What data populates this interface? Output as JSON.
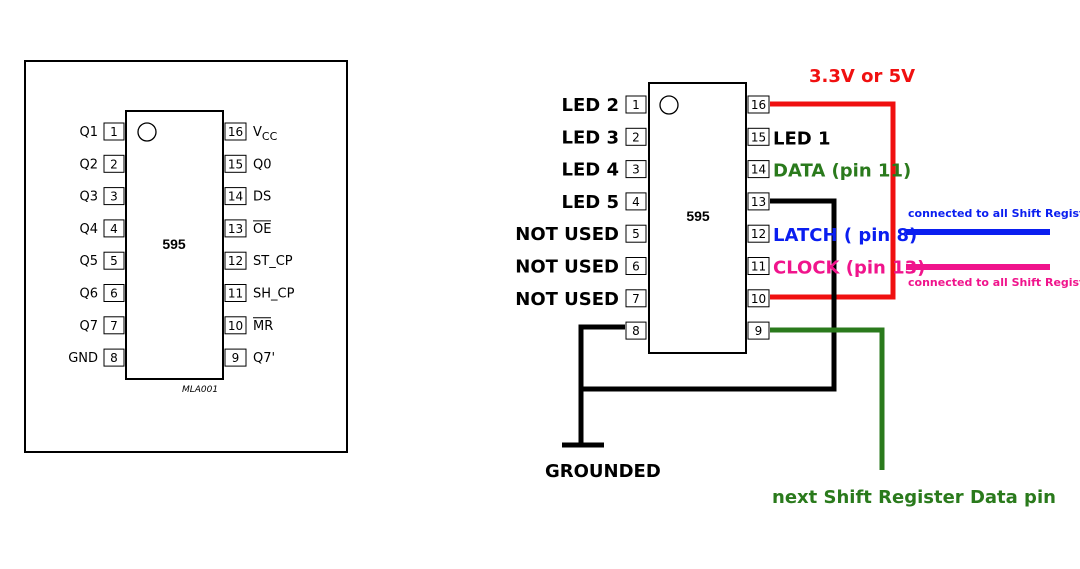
{
  "left_diagram": {
    "chip_label": "595",
    "caption": "MLA001",
    "left_pins": [
      {
        "num": "1",
        "name": "Q1"
      },
      {
        "num": "2",
        "name": "Q2"
      },
      {
        "num": "3",
        "name": "Q3"
      },
      {
        "num": "4",
        "name": "Q4"
      },
      {
        "num": "5",
        "name": "Q5"
      },
      {
        "num": "6",
        "name": "Q6"
      },
      {
        "num": "7",
        "name": "Q7"
      },
      {
        "num": "8",
        "name": "GND"
      }
    ],
    "right_pins": [
      {
        "num": "16",
        "name": "V",
        "sub": "CC"
      },
      {
        "num": "15",
        "name": "Q0"
      },
      {
        "num": "14",
        "name": "DS"
      },
      {
        "num": "13",
        "name": "OE",
        "overline": true
      },
      {
        "num": "12",
        "name": "ST_CP"
      },
      {
        "num": "11",
        "name": "SH_CP"
      },
      {
        "num": "10",
        "name": "MR",
        "overline": true
      },
      {
        "num": "9",
        "name": "Q7'"
      }
    ]
  },
  "right_diagram": {
    "chip_label": "595",
    "left_pins": [
      {
        "num": "1",
        "label": "LED 2"
      },
      {
        "num": "2",
        "label": "LED 3"
      },
      {
        "num": "3",
        "label": "LED 4"
      },
      {
        "num": "4",
        "label": "LED 5"
      },
      {
        "num": "5",
        "label": "NOT USED"
      },
      {
        "num": "6",
        "label": "NOT USED"
      },
      {
        "num": "7",
        "label": "NOT USED"
      },
      {
        "num": "8",
        "label": ""
      }
    ],
    "right_pins": [
      {
        "num": "16",
        "label": ""
      },
      {
        "num": "15",
        "label": "LED 1",
        "color": "#000000"
      },
      {
        "num": "14",
        "label": "DATA (pin 11)",
        "color": "#2a7a1c"
      },
      {
        "num": "13",
        "label": ""
      },
      {
        "num": "12",
        "label": "LATCH ( pin 8)",
        "color": "#0a1ef0"
      },
      {
        "num": "11",
        "label": "CLOCK (pin 13)",
        "color": "#f0148c"
      },
      {
        "num": "10",
        "label": ""
      },
      {
        "num": "9",
        "label": ""
      }
    ],
    "power_label": "3.3V or 5V",
    "ground_label": "GROUNDED",
    "latch_note": "connected to all Shift Registers",
    "clock_note": "connected to all Shift Registers",
    "next_label": "next Shift Register Data pin",
    "colors": {
      "power": "#f01010",
      "ground": "#000000",
      "data": "#2a7a1c",
      "latch": "#0a1ef0",
      "clock": "#f0148c"
    }
  }
}
